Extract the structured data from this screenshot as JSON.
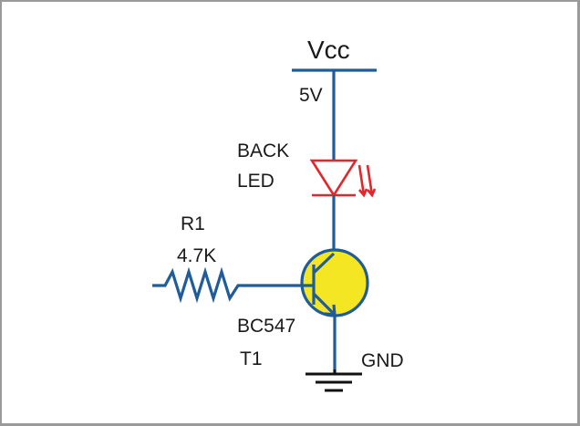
{
  "diagram": {
    "type": "circuit-schematic",
    "colors": {
      "wire": "#1f5c99",
      "led": "#e3262b",
      "transistor_fill": "#f5e623",
      "ground": "#111111",
      "text": "#1a1a1a",
      "frame": "#9a9a9a"
    },
    "labels": {
      "supply": "Vcc",
      "supply_voltage": "5V",
      "led_line1": "BACK",
      "led_line2": "LED",
      "resistor_name": "R1",
      "resistor_value": "4.7K",
      "transistor_part": "BC547",
      "transistor_name": "T1",
      "ground": "GND"
    },
    "components": [
      {
        "id": "Vcc",
        "kind": "power-supply",
        "value": "5V"
      },
      {
        "id": "BACK LED",
        "kind": "led"
      },
      {
        "id": "R1",
        "kind": "resistor",
        "value": "4.7K"
      },
      {
        "id": "T1",
        "kind": "npn-transistor",
        "part": "BC547"
      },
      {
        "id": "GND",
        "kind": "ground"
      }
    ],
    "connections": [
      [
        "Vcc",
        "BACK LED anode"
      ],
      [
        "BACK LED cathode",
        "T1 collector"
      ],
      [
        "R1",
        "T1 base"
      ],
      [
        "T1 emitter",
        "GND"
      ]
    ]
  }
}
